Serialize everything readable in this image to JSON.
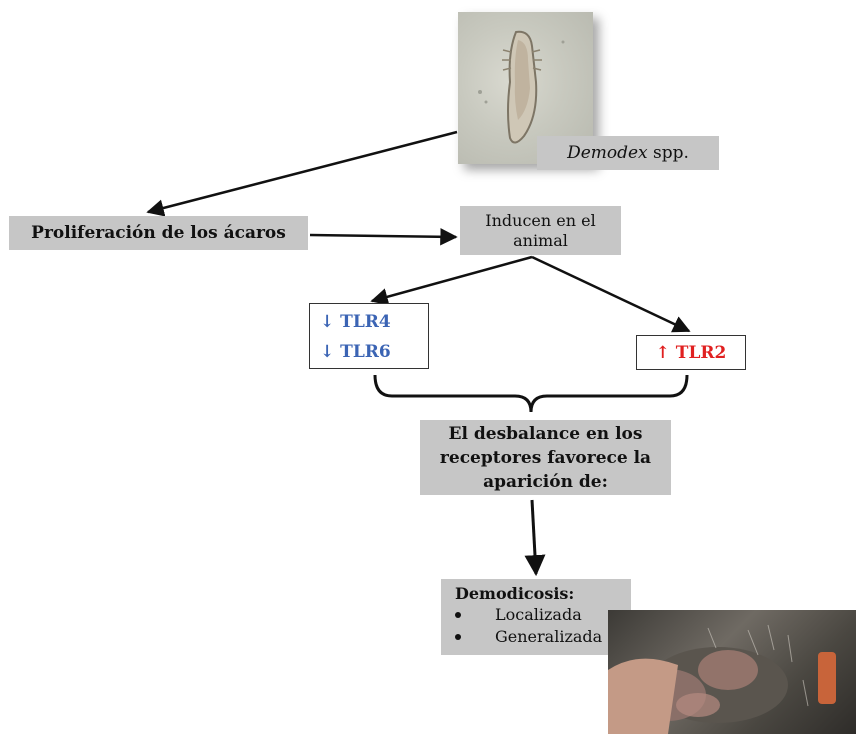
{
  "nodes": {
    "demodex_label": {
      "genus": "Demodex",
      "suffix": " spp."
    },
    "proliferacion": "Proliferación de los ácaros",
    "inducen": {
      "line1": "Inducen en el",
      "line2": "animal"
    },
    "tlr_down": [
      "↓ TLR4",
      "↓ TLR6"
    ],
    "tlr_up": "↑ TLR2",
    "desbalance": {
      "line1": "El desbalance en los",
      "line2": "receptores favorece la",
      "line3": "aparición de:"
    },
    "demodicosis": {
      "title": "Demodicosis:",
      "items": [
        "Localizada",
        "Generalizada"
      ]
    }
  },
  "colors": {
    "box_grey": "#c6c6c6",
    "tlr_down": "#3b64b4",
    "tlr_up": "#e02020",
    "arrow": "#111111"
  },
  "icons": [
    "demodex-mite-micrograph",
    "dog-demodicosis-photo"
  ]
}
